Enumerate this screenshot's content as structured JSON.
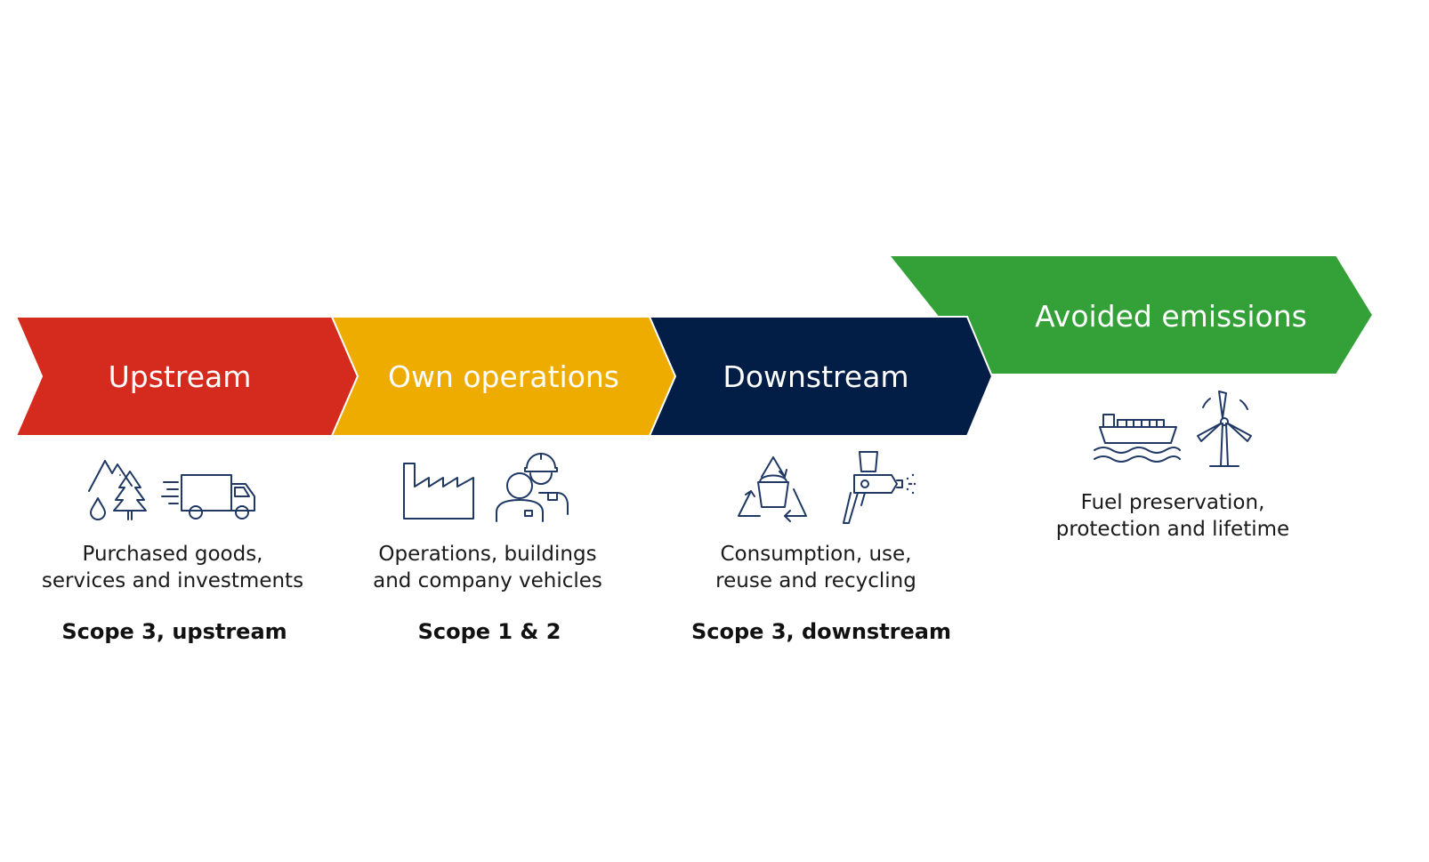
{
  "stages": [
    {
      "id": "upstream",
      "label": "Upstream",
      "color": "#d52b1e",
      "desc_line1": "Purchased goods,",
      "desc_line2": "services and investments",
      "scope": "Scope 3, upstream",
      "icons": [
        "mountain-forest-water-icon",
        "delivery-truck-icon"
      ]
    },
    {
      "id": "own-operations",
      "label": "Own operations",
      "color": "#eeab00",
      "desc_line1": "Operations, buildings",
      "desc_line2": "and company vehicles",
      "scope": "Scope 1 & 2",
      "icons": [
        "factory-icon",
        "worker-icon"
      ]
    },
    {
      "id": "downstream",
      "label": "Downstream",
      "color": "#021e47",
      "desc_line1": "Consumption, use,",
      "desc_line2": "reuse and recycling",
      "scope": "Scope 3, downstream",
      "icons": [
        "recycling-bucket-icon",
        "spray-gun-icon"
      ]
    },
    {
      "id": "avoided-emissions",
      "label": "Avoided emissions",
      "color": "#34a138",
      "desc_line1": "Fuel preservation,",
      "desc_line2": "protection and lifetime",
      "icons": [
        "cargo-ship-icon",
        "wind-turbine-icon"
      ]
    }
  ],
  "icon_color": "#1f3864"
}
